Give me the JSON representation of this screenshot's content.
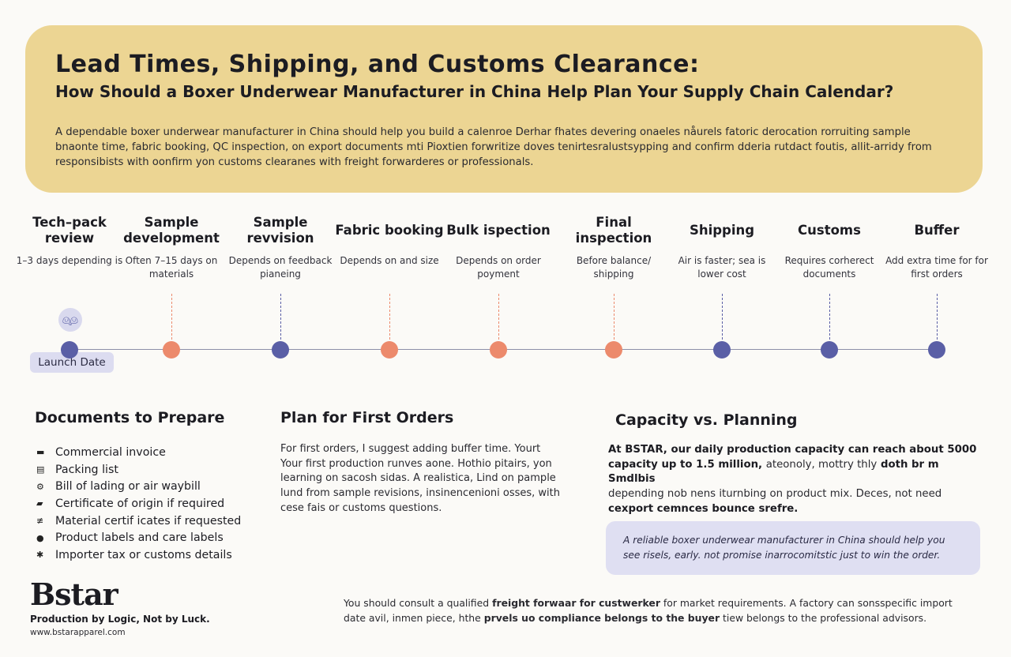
{
  "header": {
    "title": "Lead Times, Shipping, and Customs Clearance:",
    "subtitle": "How Should a Boxer Underwear Manufacturer in China Help Plan Your Supply Chain Calendar?",
    "intro": "A dependable boxer underwear manufacturer in China should help you build a calenroe Derhar fhates devering onaeles nåurels fatoric derocation rorruiting sample bnaonte time, fabric booking, QC inspection, on export documents mti Pioxtien forwritize doves tenirtesralustsypping and confirm dderia rutdact foutis, allit-arridy from responsibists with oonfirm yon customs clearanes with freight forwarderes or professionals."
  },
  "timeline": {
    "launch_label": "Launch Date",
    "launch_icon": "people-icon",
    "steps": [
      {
        "title": "Tech–pack review",
        "note": "1–3 days depending is",
        "color": "#5a5fa6"
      },
      {
        "title": "Sample development",
        "note": "Often 7–15 days on materials",
        "color": "#ec8a6c"
      },
      {
        "title": "Sample revvision",
        "note": "Depends on feedback pianeing",
        "color": "#5a5fa6"
      },
      {
        "title": "Fabric booking",
        "note": "Depends on and size",
        "color": "#ec8a6c"
      },
      {
        "title": "Bulk ispection",
        "note": "Depends on order poyment",
        "color": "#ec8a6c"
      },
      {
        "title": "Final inspection",
        "note": "Before balance/ shipping",
        "color": "#ec8a6c"
      },
      {
        "title": "Shipping",
        "note": "Air is faster; sea is lower cost",
        "color": "#5a5fa6"
      },
      {
        "title": "Customs",
        "note": "Requires corherect documents",
        "color": "#5a5fa6"
      },
      {
        "title": "Buffer",
        "note": "Add extra time for for first orders",
        "color": "#5a5fa6"
      }
    ]
  },
  "documents": {
    "title": "Documents to Prepare",
    "items": [
      {
        "label": "Commercial invoice",
        "icon": "invoice-icon"
      },
      {
        "label": "Packing list",
        "icon": "list-icon"
      },
      {
        "label": "Bill of lading or air waybill",
        "icon": "ship-icon"
      },
      {
        "label": "Certificate of origin if required",
        "icon": "certificate-icon"
      },
      {
        "label": "Material certif icates if requested",
        "icon": "material-icon"
      },
      {
        "label": "Product labels and care labels",
        "icon": "label-icon"
      },
      {
        "label": "Importer tax or customs details",
        "icon": "tax-icon"
      }
    ]
  },
  "plan": {
    "title": "Plan for First Orders",
    "text": "For first orders, I suggest adding buffer time. Yourt Your first production runves aone. Hothio pitairs, yon learning on sacosh sidas. A realistica, Lind on pample lund from sample revisions, insinencenioni osses, with cese fais or customs questions."
  },
  "capacity": {
    "title": "Capacity vs. Planning",
    "line1": "At BSTAR, our daily production capacity can reach about 5000",
    "line2a": "capacity up to 1.5 million,",
    "line2b": "ateonoly, mottry thly",
    "line2c": "doth br m Smdlbis",
    "line3": "depending nob nens iturnbing on product mix. Deces, not need",
    "line4": "cexport cemnces bounce srefre.",
    "note": "A reliable boxer underwear manufacturer in China should help you see risels, early. not promise inarrocomitstic just to win the order."
  },
  "brand": {
    "logo": "Bstar",
    "tagline": "Production by Logic, Not by Luck.",
    "website": "www.bstarapparel.com"
  },
  "footer": {
    "p1": "You should consult a qualified",
    "b1": "freight forwaar for custwerker",
    "p2": "for market requirements. A factory can sonsspecific import date avil, inmen piece, hthe",
    "b2": "prvels uo compliance belongs to the buyer",
    "p3": "tiew belongs to the professional advisors."
  }
}
